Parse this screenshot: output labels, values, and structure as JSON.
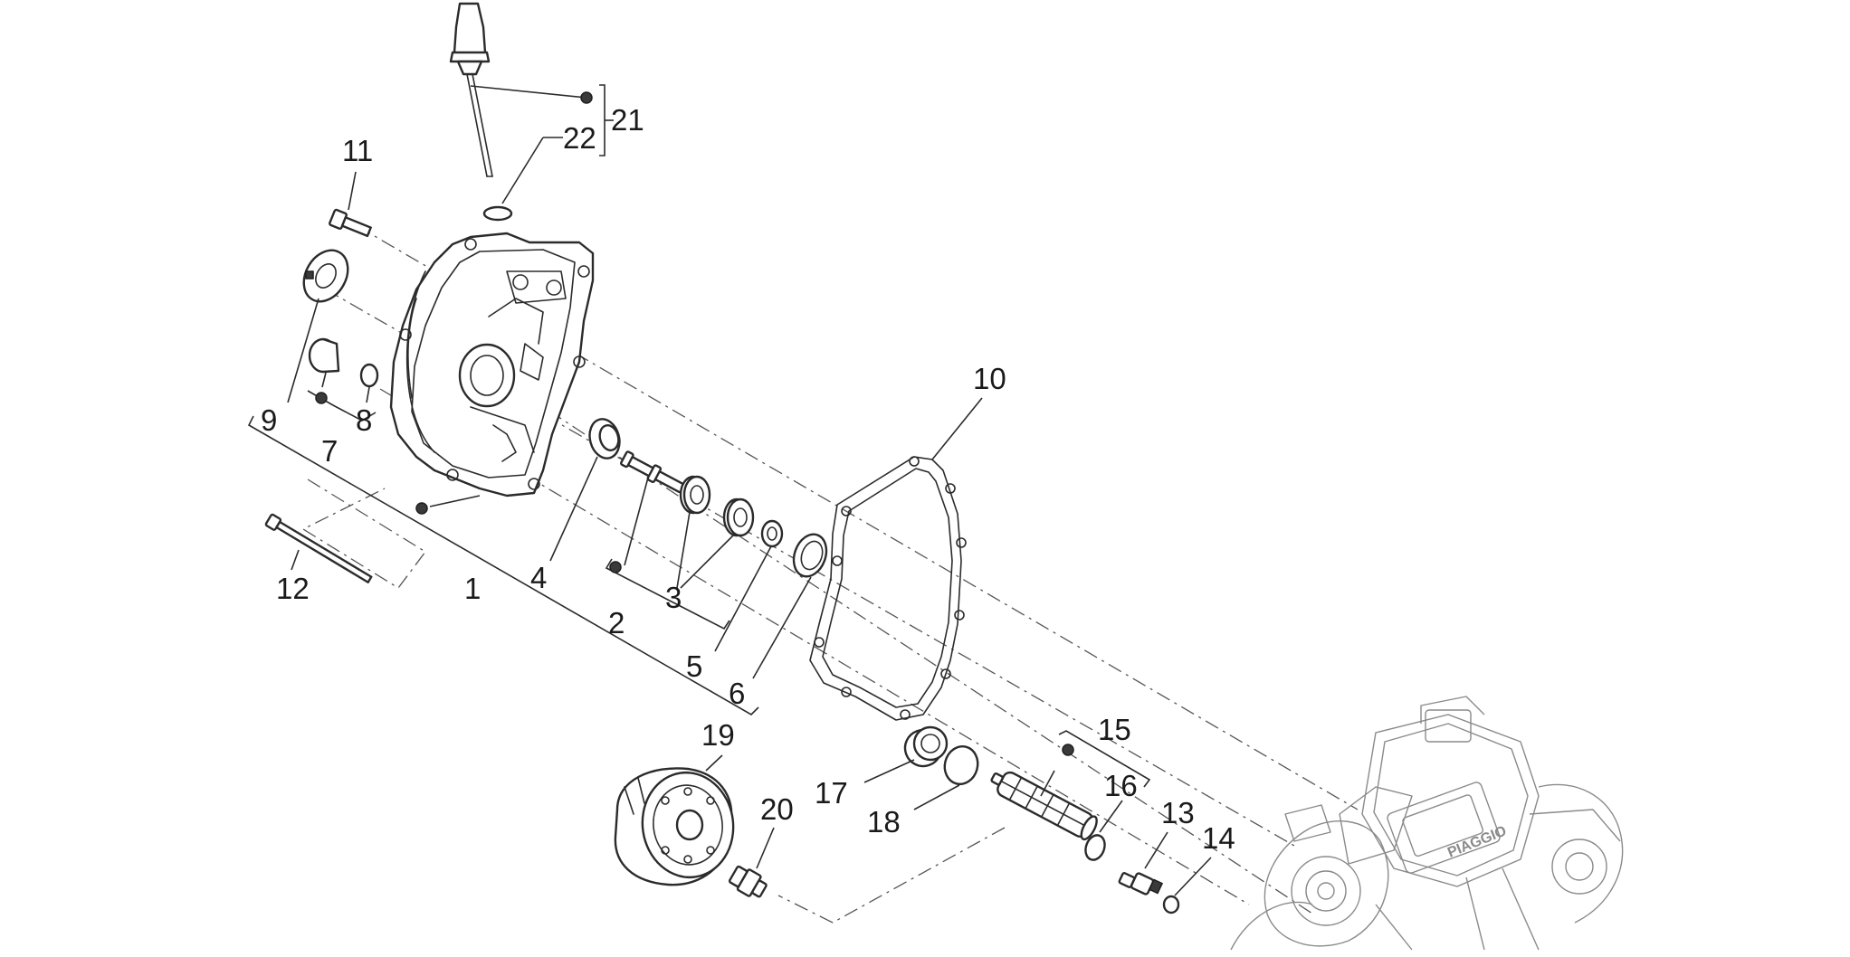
{
  "callouts": {
    "c1": "1",
    "c2": "2",
    "c3": "3",
    "c4": "4",
    "c5": "5",
    "c6": "6",
    "c7": "7",
    "c8": "8",
    "c9": "9",
    "c10": "10",
    "c11": "11",
    "c12": "12",
    "c13": "13",
    "c14": "14",
    "c15": "15",
    "c16": "16",
    "c17": "17",
    "c18": "18",
    "c19": "19",
    "c20": "20",
    "c21": "21",
    "c22": "22"
  },
  "colors": {
    "line": "#2b2b2b",
    "engine_ghost": "#8a8a8a",
    "background": "#ffffff"
  },
  "engine_logo_text": "PIAGGIO"
}
